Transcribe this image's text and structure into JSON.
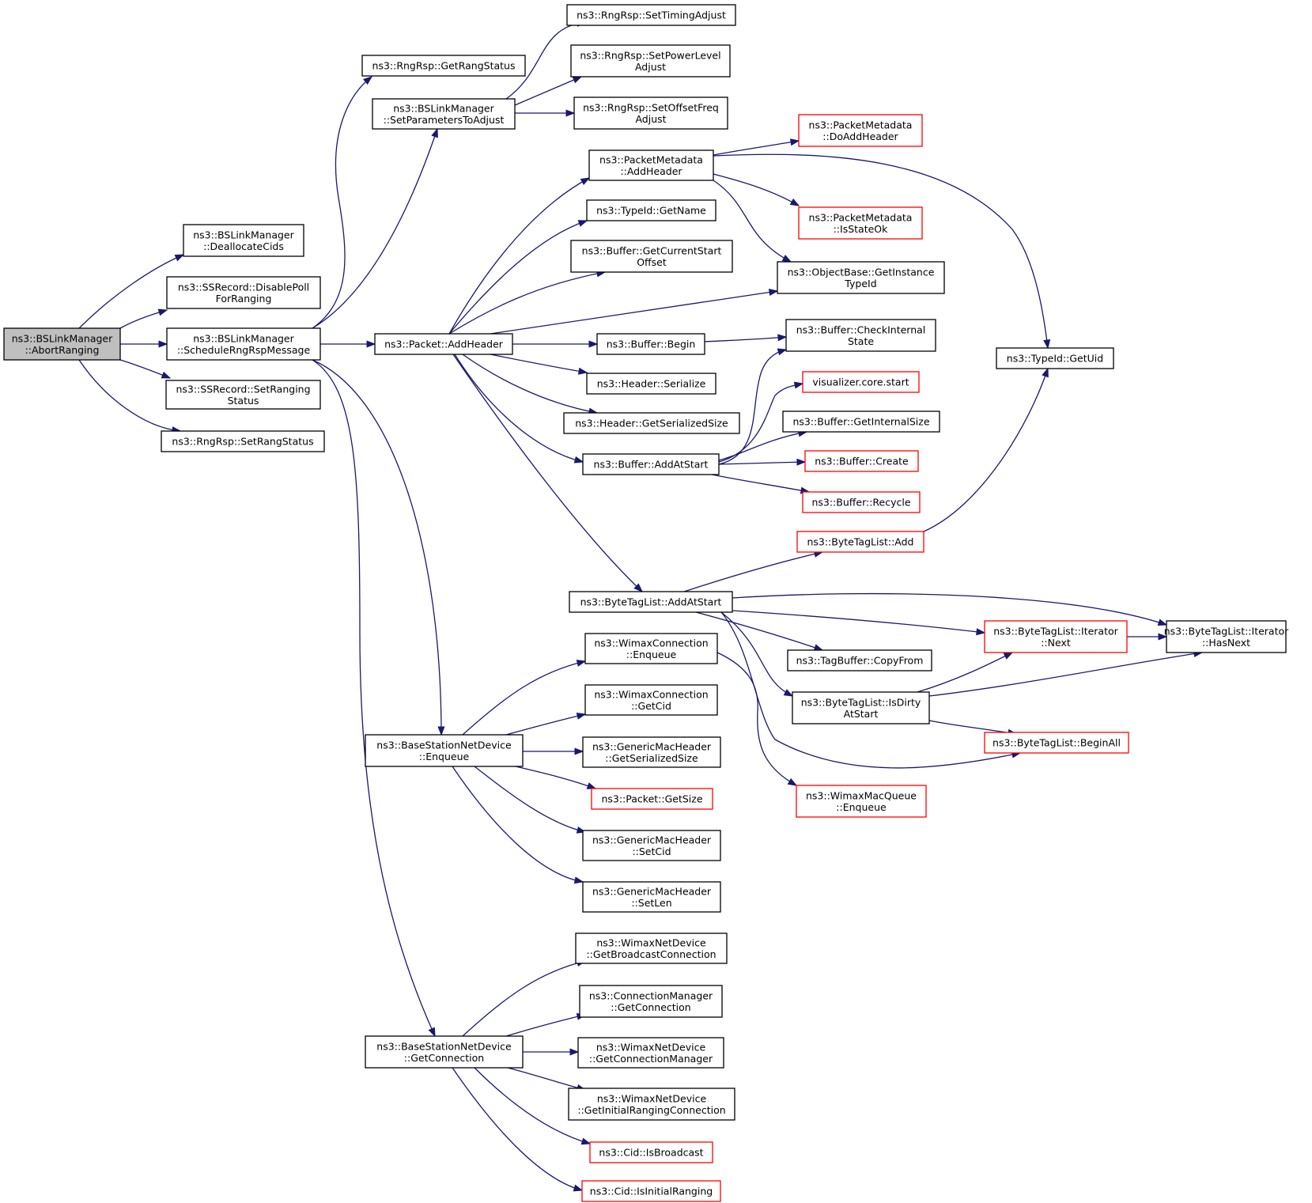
{
  "diagram": {
    "type": "call-graph",
    "nodes": [
      {
        "id": "n1",
        "lines": [
          "ns3::BSLinkManager",
          "::AbortRanging"
        ],
        "style": "root"
      },
      {
        "id": "n2",
        "lines": [
          "ns3::BSLinkManager",
          "::DeallocateCids"
        ],
        "style": "normal"
      },
      {
        "id": "n3",
        "lines": [
          "ns3::SSRecord::DisablePoll",
          "ForRanging"
        ],
        "style": "normal"
      },
      {
        "id": "n4",
        "lines": [
          "ns3::BSLinkManager",
          "::ScheduleRngRspMessage"
        ],
        "style": "normal"
      },
      {
        "id": "n5",
        "lines": [
          "ns3::SSRecord::SetRanging",
          "Status"
        ],
        "style": "normal"
      },
      {
        "id": "n6",
        "lines": [
          "ns3::RngRsp::SetRangStatus"
        ],
        "style": "normal"
      },
      {
        "id": "n7",
        "lines": [
          "ns3::RngRsp::GetRangStatus"
        ],
        "style": "normal"
      },
      {
        "id": "n8",
        "lines": [
          "ns3::BSLinkManager",
          "::SetParametersToAdjust"
        ],
        "style": "normal"
      },
      {
        "id": "n9",
        "lines": [
          "ns3::Packet::AddHeader"
        ],
        "style": "normal"
      },
      {
        "id": "n10",
        "lines": [
          "ns3::BaseStationNetDevice",
          "::Enqueue"
        ],
        "style": "normal"
      },
      {
        "id": "n11",
        "lines": [
          "ns3::BaseStationNetDevice",
          "::GetConnection"
        ],
        "style": "normal"
      },
      {
        "id": "n12",
        "lines": [
          "ns3::RngRsp::SetTimingAdjust"
        ],
        "style": "normal"
      },
      {
        "id": "n13",
        "lines": [
          "ns3::RngRsp::SetPowerLevel",
          "Adjust"
        ],
        "style": "normal"
      },
      {
        "id": "n14",
        "lines": [
          "ns3::RngRsp::SetOffsetFreq",
          "Adjust"
        ],
        "style": "normal"
      },
      {
        "id": "n15",
        "lines": [
          "ns3::PacketMetadata",
          "::AddHeader"
        ],
        "style": "normal"
      },
      {
        "id": "n16",
        "lines": [
          "ns3::TypeId::GetName"
        ],
        "style": "normal"
      },
      {
        "id": "n17",
        "lines": [
          "ns3::Buffer::GetCurrentStart",
          "Offset"
        ],
        "style": "normal"
      },
      {
        "id": "n18",
        "lines": [
          "ns3::Buffer::Begin"
        ],
        "style": "normal"
      },
      {
        "id": "n19",
        "lines": [
          "ns3::Header::Serialize"
        ],
        "style": "normal"
      },
      {
        "id": "n20",
        "lines": [
          "ns3::Header::GetSerializedSize"
        ],
        "style": "normal"
      },
      {
        "id": "n21",
        "lines": [
          "ns3::Buffer::AddAtStart"
        ],
        "style": "normal"
      },
      {
        "id": "n22",
        "lines": [
          "ns3::ByteTagList::AddAtStart"
        ],
        "style": "normal"
      },
      {
        "id": "n23",
        "lines": [
          "ns3::WimaxConnection",
          "::Enqueue"
        ],
        "style": "normal"
      },
      {
        "id": "n24",
        "lines": [
          "ns3::WimaxConnection",
          "::GetCid"
        ],
        "style": "normal"
      },
      {
        "id": "n25",
        "lines": [
          "ns3::GenericMacHeader",
          "::GetSerializedSize"
        ],
        "style": "normal"
      },
      {
        "id": "n26",
        "lines": [
          "ns3::Packet::GetSize"
        ],
        "style": "red"
      },
      {
        "id": "n27",
        "lines": [
          "ns3::GenericMacHeader",
          "::SetCid"
        ],
        "style": "normal"
      },
      {
        "id": "n28",
        "lines": [
          "ns3::GenericMacHeader",
          "::SetLen"
        ],
        "style": "normal"
      },
      {
        "id": "n29",
        "lines": [
          "ns3::WimaxNetDevice",
          "::GetBroadcastConnection"
        ],
        "style": "normal"
      },
      {
        "id": "n30",
        "lines": [
          "ns3::ConnectionManager",
          "::GetConnection"
        ],
        "style": "normal"
      },
      {
        "id": "n31",
        "lines": [
          "ns3::WimaxNetDevice",
          "::GetConnectionManager"
        ],
        "style": "normal"
      },
      {
        "id": "n32",
        "lines": [
          "ns3::WimaxNetDevice",
          "::GetInitialRangingConnection"
        ],
        "style": "normal"
      },
      {
        "id": "n33",
        "lines": [
          "ns3::Cid::IsBroadcast"
        ],
        "style": "red"
      },
      {
        "id": "n34",
        "lines": [
          "ns3::Cid::IsInitialRanging"
        ],
        "style": "red"
      },
      {
        "id": "n35",
        "lines": [
          "ns3::PacketMetadata",
          "::DoAddHeader"
        ],
        "style": "red"
      },
      {
        "id": "n36",
        "lines": [
          "ns3::PacketMetadata",
          "::IsStateOk"
        ],
        "style": "red"
      },
      {
        "id": "n37",
        "lines": [
          "ns3::ObjectBase::GetInstance",
          "TypeId"
        ],
        "style": "normal"
      },
      {
        "id": "n38",
        "lines": [
          "ns3::Buffer::CheckInternal",
          "State"
        ],
        "style": "normal"
      },
      {
        "id": "n39",
        "lines": [
          "visualizer.core.start"
        ],
        "style": "red"
      },
      {
        "id": "n40",
        "lines": [
          "ns3::Buffer::GetInternalSize"
        ],
        "style": "normal"
      },
      {
        "id": "n41",
        "lines": [
          "ns3::Buffer::Create"
        ],
        "style": "red"
      },
      {
        "id": "n42",
        "lines": [
          "ns3::Buffer::Recycle"
        ],
        "style": "red"
      },
      {
        "id": "n43",
        "lines": [
          "ns3::ByteTagList::Add"
        ],
        "style": "red"
      },
      {
        "id": "n44",
        "lines": [
          "ns3::TypeId::GetUid"
        ],
        "style": "normal"
      },
      {
        "id": "n45",
        "lines": [
          "ns3::ByteTagList::Iterator",
          "::Next"
        ],
        "style": "red"
      },
      {
        "id": "n46",
        "lines": [
          "ns3::ByteTagList::Iterator",
          "::HasNext"
        ],
        "style": "normal"
      },
      {
        "id": "n47",
        "lines": [
          "ns3::TagBuffer::CopyFrom"
        ],
        "style": "normal"
      },
      {
        "id": "n48",
        "lines": [
          "ns3::ByteTagList::IsDirty",
          "AtStart"
        ],
        "style": "normal"
      },
      {
        "id": "n49",
        "lines": [
          "ns3::ByteTagList::BeginAll"
        ],
        "style": "red"
      },
      {
        "id": "n50",
        "lines": [
          "ns3::WimaxMacQueue",
          "::Enqueue"
        ],
        "style": "red"
      }
    ],
    "edges": [
      {
        "from": "n1",
        "to": "n2"
      },
      {
        "from": "n1",
        "to": "n3"
      },
      {
        "from": "n1",
        "to": "n4"
      },
      {
        "from": "n1",
        "to": "n5"
      },
      {
        "from": "n1",
        "to": "n6"
      },
      {
        "from": "n4",
        "to": "n7"
      },
      {
        "from": "n4",
        "to": "n8"
      },
      {
        "from": "n4",
        "to": "n9"
      },
      {
        "from": "n4",
        "to": "n10"
      },
      {
        "from": "n4",
        "to": "n11"
      },
      {
        "from": "n8",
        "to": "n12"
      },
      {
        "from": "n8",
        "to": "n13"
      },
      {
        "from": "n8",
        "to": "n14"
      },
      {
        "from": "n9",
        "to": "n15"
      },
      {
        "from": "n9",
        "to": "n16"
      },
      {
        "from": "n9",
        "to": "n17"
      },
      {
        "from": "n9",
        "to": "n37"
      },
      {
        "from": "n9",
        "to": "n18"
      },
      {
        "from": "n9",
        "to": "n19"
      },
      {
        "from": "n9",
        "to": "n20"
      },
      {
        "from": "n9",
        "to": "n21"
      },
      {
        "from": "n9",
        "to": "n22"
      },
      {
        "from": "n15",
        "to": "n35"
      },
      {
        "from": "n15",
        "to": "n44"
      },
      {
        "from": "n15",
        "to": "n36"
      },
      {
        "from": "n15",
        "to": "n37"
      },
      {
        "from": "n18",
        "to": "n38"
      },
      {
        "from": "n21",
        "to": "n38"
      },
      {
        "from": "n21",
        "to": "n39"
      },
      {
        "from": "n21",
        "to": "n40"
      },
      {
        "from": "n21",
        "to": "n41"
      },
      {
        "from": "n21",
        "to": "n42"
      },
      {
        "from": "n22",
        "to": "n43"
      },
      {
        "from": "n22",
        "to": "n46"
      },
      {
        "from": "n22",
        "to": "n45"
      },
      {
        "from": "n22",
        "to": "n47"
      },
      {
        "from": "n22",
        "to": "n48"
      },
      {
        "from": "n22",
        "to": "n49"
      },
      {
        "from": "n43",
        "to": "n44"
      },
      {
        "from": "n45",
        "to": "n46"
      },
      {
        "from": "n48",
        "to": "n45"
      },
      {
        "from": "n48",
        "to": "n46"
      },
      {
        "from": "n48",
        "to": "n49"
      },
      {
        "from": "n10",
        "to": "n23"
      },
      {
        "from": "n10",
        "to": "n24"
      },
      {
        "from": "n10",
        "to": "n25"
      },
      {
        "from": "n10",
        "to": "n26"
      },
      {
        "from": "n10",
        "to": "n27"
      },
      {
        "from": "n10",
        "to": "n28"
      },
      {
        "from": "n23",
        "to": "n50"
      },
      {
        "from": "n11",
        "to": "n29"
      },
      {
        "from": "n11",
        "to": "n30"
      },
      {
        "from": "n11",
        "to": "n31"
      },
      {
        "from": "n11",
        "to": "n32"
      },
      {
        "from": "n11",
        "to": "n33"
      },
      {
        "from": "n11",
        "to": "n34"
      }
    ]
  }
}
